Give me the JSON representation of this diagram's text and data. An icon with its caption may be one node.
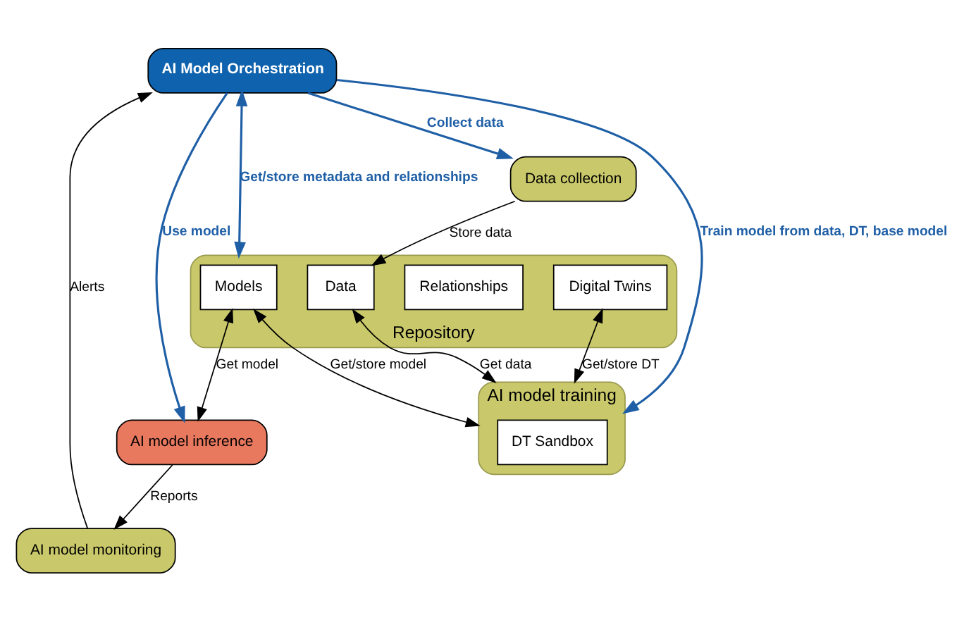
{
  "diagram": {
    "nodes": [
      {
        "text": [
          "AI Model Orchestration"
        ]
      },
      {
        "text": [
          "Repository"
        ]
      },
      {
        "text": [
          "Models"
        ],
        "in": 1
      },
      {
        "text": [
          "Relationships"
        ],
        "in": 1
      },
      {
        "text": [
          "Data"
        ],
        "in": 1
      },
      {
        "text": [
          "Digital Twins"
        ],
        "in": 1
      },
      {
        "text": [
          "AI model monitoring"
        ]
      },
      {
        "text": [
          "AI model inference"
        ]
      },
      {
        "text": [
          "AI model training"
        ]
      },
      {
        "text": [
          "DT Sandbox"
        ],
        "in": 8
      },
      {
        "text": [
          "Data collection"
        ]
      }
    ],
    "edges": [
      {
        "from": 6,
        "to": 0,
        "arrow": "to",
        "label": "Alerts"
      },
      {
        "from": 0,
        "to": 1,
        "arrow": "both",
        "label": "Get/store metadata and relationships",
        "color": "#1f5fa6"
      },
      {
        "from": 0,
        "to": 7,
        "arrow": "to",
        "label": "Use model",
        "color": "#1f5fa6"
      },
      {
        "from": 0,
        "to": 8,
        "arrow": "to",
        "label": "Train model from data, DT, base model",
        "color": "#1f5fa6"
      },
      {
        "from": 0,
        "to": 10,
        "arrow": "to",
        "label": "Collect data",
        "color": "#1f5fa6"
      },
      {
        "from": 2,
        "to": 7,
        "arrow": "both",
        "label": "Get model"
      },
      {
        "from": 2,
        "to": 8,
        "arrow": "both",
        "label": "Get/store model"
      },
      {
        "from": 4,
        "to": 8,
        "arrow": "both",
        "label": "Get data"
      },
      {
        "from": 5,
        "to": 8,
        "arrow": "both",
        "label": "Get/store DT"
      },
      {
        "from": 10,
        "to": 4,
        "arrow": "to",
        "label": "Store data"
      },
      {
        "from": 7,
        "to": 6,
        "arrow": "to",
        "label": "Reports"
      }
    ]
  }
}
